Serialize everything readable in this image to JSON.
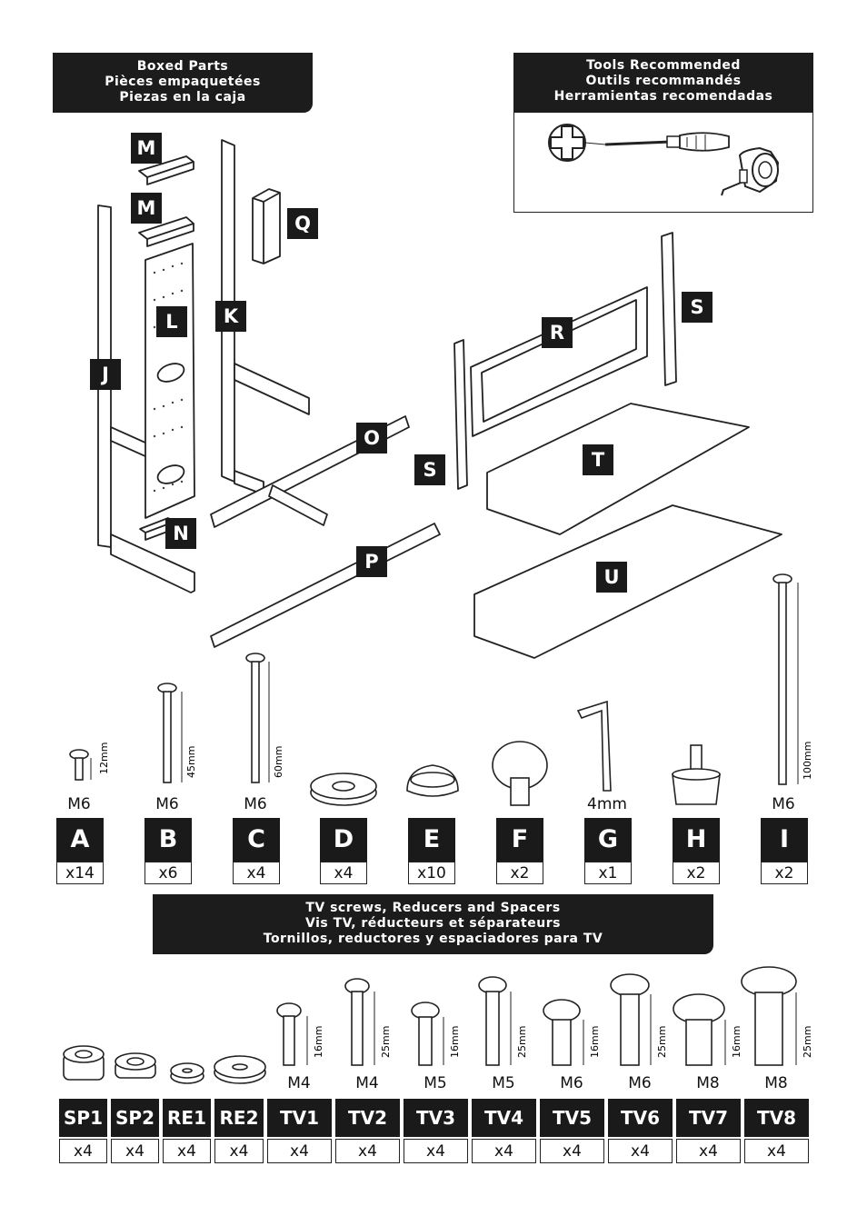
{
  "boxed_parts": {
    "line1": "Boxed Parts",
    "line2": "Pièces empaquetées",
    "line3": "Piezas en la caja"
  },
  "tools": {
    "line1": "Tools Recommended",
    "line2": "Outils recommandés",
    "line3": "Herramientas recomendadas",
    "icons": [
      "phillips-screwdriver-icon",
      "tape-measure-icon"
    ]
  },
  "parts": {
    "M1": "M",
    "M2": "M",
    "Q": "Q",
    "L": "L",
    "K": "K",
    "J": "J",
    "O": "O",
    "N": "N",
    "P": "P",
    "R": "R",
    "S1": "S",
    "S2": "S",
    "T": "T",
    "U": "U"
  },
  "hardware": [
    {
      "letter": "A",
      "qty": "x14",
      "size": "M6",
      "length": "12mm"
    },
    {
      "letter": "B",
      "qty": "x6",
      "size": "M6",
      "length": "45mm"
    },
    {
      "letter": "C",
      "qty": "x4",
      "size": "M6",
      "length": "60mm"
    },
    {
      "letter": "D",
      "qty": "x4",
      "size": "",
      "length": ""
    },
    {
      "letter": "E",
      "qty": "x10",
      "size": "",
      "length": ""
    },
    {
      "letter": "F",
      "qty": "x2",
      "size": "",
      "length": ""
    },
    {
      "letter": "G",
      "qty": "x1",
      "size": "4mm",
      "length": ""
    },
    {
      "letter": "H",
      "qty": "x2",
      "size": "",
      "length": ""
    },
    {
      "letter": "I",
      "qty": "x2",
      "size": "M6",
      "length": "100mm"
    }
  ],
  "tv_banner": {
    "line1": "TV screws, Reducers and Spacers",
    "line2": "Vis TV, réducteurs et séparateurs",
    "line3": "Tornillos, reductores y espaciadores para TV"
  },
  "tv_parts": [
    {
      "label": "SP1",
      "qty": "x4",
      "size": "",
      "length": ""
    },
    {
      "label": "SP2",
      "qty": "x4",
      "size": "",
      "length": ""
    },
    {
      "label": "RE1",
      "qty": "x4",
      "size": "",
      "length": ""
    },
    {
      "label": "RE2",
      "qty": "x4",
      "size": "",
      "length": ""
    },
    {
      "label": "TV1",
      "qty": "x4",
      "size": "M4",
      "length": "16mm"
    },
    {
      "label": "TV2",
      "qty": "x4",
      "size": "M4",
      "length": "25mm"
    },
    {
      "label": "TV3",
      "qty": "x4",
      "size": "M5",
      "length": "16mm"
    },
    {
      "label": "TV4",
      "qty": "x4",
      "size": "M5",
      "length": "25mm"
    },
    {
      "label": "TV5",
      "qty": "x4",
      "size": "M6",
      "length": "16mm"
    },
    {
      "label": "TV6",
      "qty": "x4",
      "size": "M6",
      "length": "25mm"
    },
    {
      "label": "TV7",
      "qty": "x4",
      "size": "M8",
      "length": "16mm"
    },
    {
      "label": "TV8",
      "qty": "x4",
      "size": "M8",
      "length": "25mm"
    }
  ]
}
